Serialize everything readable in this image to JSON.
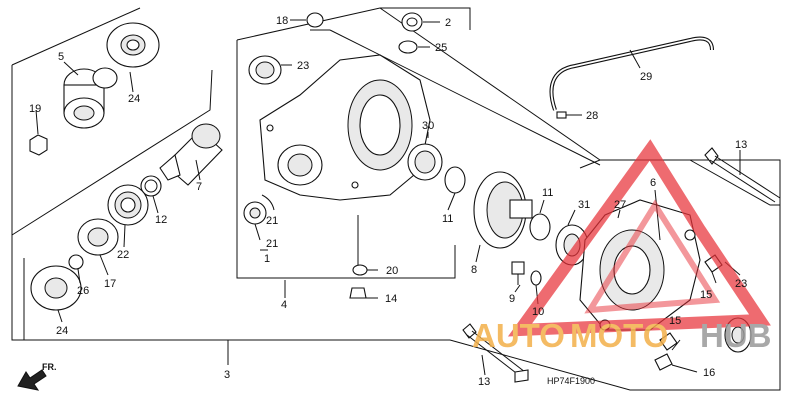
{
  "diagram": {
    "code": "HP74F1900",
    "front_arrow_label": "FR.",
    "part_numbers": {
      "p1": "1",
      "p2": "2",
      "p3": "3",
      "p4": "4",
      "p5": "5",
      "p6": "6",
      "p7": "7",
      "p8": "8",
      "p9": "9",
      "p10": "10",
      "p11a": "11",
      "p11b": "11",
      "p12": "12",
      "p13a": "13",
      "p13b": "13",
      "p14": "14",
      "p15a": "15",
      "p15b": "15",
      "p16": "16",
      "p17": "17",
      "p18": "18",
      "p19": "19",
      "p20": "20",
      "p21a": "21",
      "p21b": "21",
      "p22": "22",
      "p23a": "23",
      "p23b": "23",
      "p24a": "24",
      "p24b": "24",
      "p25": "25",
      "p26": "26",
      "p27": "27",
      "p28": "28",
      "p29": "29",
      "p30": "30",
      "p31": "31"
    }
  },
  "watermark": {
    "text_left": "AUTO",
    "text_mid": "MOTO",
    "text_right": "HUB",
    "colors": {
      "red": "#e8333a",
      "orange": "#f3b04a",
      "gray": "#9a9a9a"
    }
  }
}
